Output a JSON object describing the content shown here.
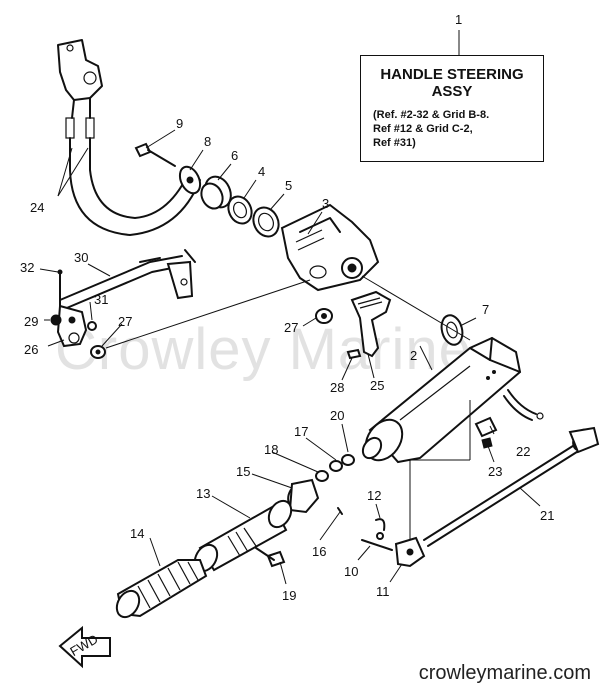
{
  "title_box": {
    "line1": "HANDLE STEERING",
    "line2": "ASSY",
    "refs": [
      "(Ref. #2-32 & Grid B-8.",
      "Ref #12 & Grid C-2,",
      "Ref #31)"
    ]
  },
  "watermark": "Crowley Marine",
  "footer": "crowleymarine.com",
  "fwd_label": "FWD",
  "callouts": [
    "1",
    "2",
    "3",
    "4",
    "5",
    "6",
    "7",
    "8",
    "9",
    "10",
    "11",
    "12",
    "13",
    "14",
    "15",
    "16",
    "17",
    "18",
    "19",
    "20",
    "21",
    "22",
    "23",
    "24",
    "25",
    "26",
    "27",
    "27",
    "28",
    "29",
    "30",
    "31",
    "32"
  ]
}
